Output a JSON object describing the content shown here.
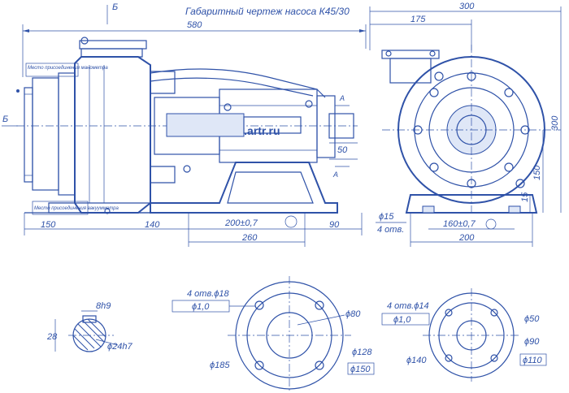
{
  "title": "Габаритный чертеж насоса К45/30",
  "watermark": "www.artr.ru",
  "section_label": "Б",
  "view_label": "А",
  "side_view_dims": {
    "overall_length": "580",
    "d150": "150",
    "d140": "140",
    "d200": "200±0,7",
    "d260": "260",
    "d90": "90",
    "d50": "50"
  },
  "side_view_notes": {
    "note_top": "Место присоединения манометра",
    "note_bottom": "Место присоединения вакуумметра"
  },
  "front_view_dims": {
    "w300": "300",
    "w175": "175",
    "h300": "300",
    "h150": "150",
    "h15": "15",
    "d15": "ϕ15",
    "holes": "4 отв.",
    "d160": "160±0,7",
    "w200": "200"
  },
  "shaft_dims": {
    "key": "8h9",
    "h28": "28",
    "shaft_d": "ϕ24h7"
  },
  "flange_left": {
    "holes": "4 отв.ϕ18",
    "tol": "ϕ1,0",
    "d80": "ϕ80",
    "d128": "ϕ128",
    "d185": "ϕ185",
    "d150": "ϕ150"
  },
  "flange_right": {
    "holes": "4 отв.ϕ14",
    "tol": "ϕ1,0",
    "d50": "ϕ50",
    "d90": "ϕ90",
    "d140": "ϕ140",
    "d110": "ϕ110"
  }
}
